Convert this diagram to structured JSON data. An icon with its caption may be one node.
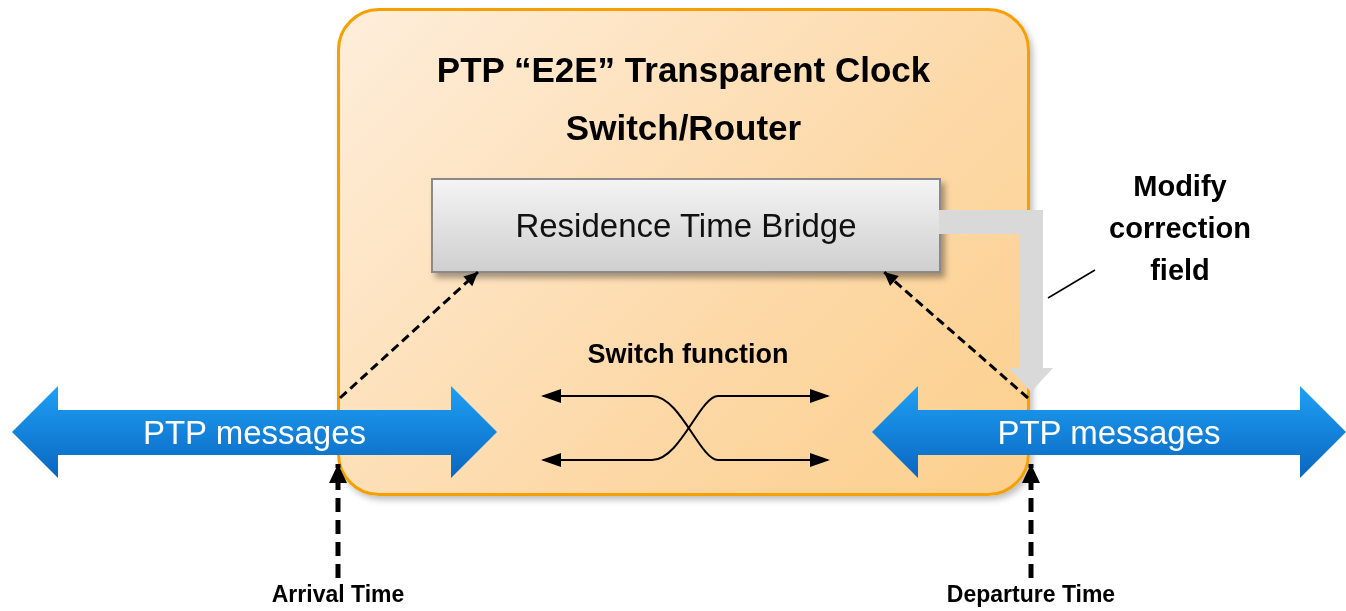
{
  "diagram": {
    "nodes": [
      {
        "text": [
          "PTP “E2E” Transparent Clock Switch/Router"
        ]
      },
      {
        "text": [
          "Residence Time Bridge"
        ],
        "in": 0
      },
      {
        "text": [
          "PTP messages"
        ]
      },
      {
        "text": [
          "PTP messages"
        ]
      },
      {
        "text": [
          "Modify correction field"
        ]
      },
      {
        "text": [
          "Arrival Time"
        ]
      },
      {
        "text": [
          "Departure Time"
        ]
      }
    ],
    "edges": [
      {
        "from": 2,
        "to": 1,
        "arrow": "to",
        "style": "dashed"
      },
      {
        "from": 3,
        "to": 1,
        "arrow": "to",
        "style": "dashed"
      },
      {
        "from": 1,
        "to": 3,
        "arrow": "to",
        "style": "thick",
        "color": "#d9d9d9"
      },
      {
        "from": 4,
        "to": null,
        "arrow": "none"
      },
      {
        "from": 5,
        "to": 2,
        "arrow": "to",
        "style": "dashed"
      },
      {
        "from": 6,
        "to": 3,
        "arrow": "to",
        "style": "dashed"
      }
    ],
    "labels": [
      "Switch function"
    ]
  }
}
